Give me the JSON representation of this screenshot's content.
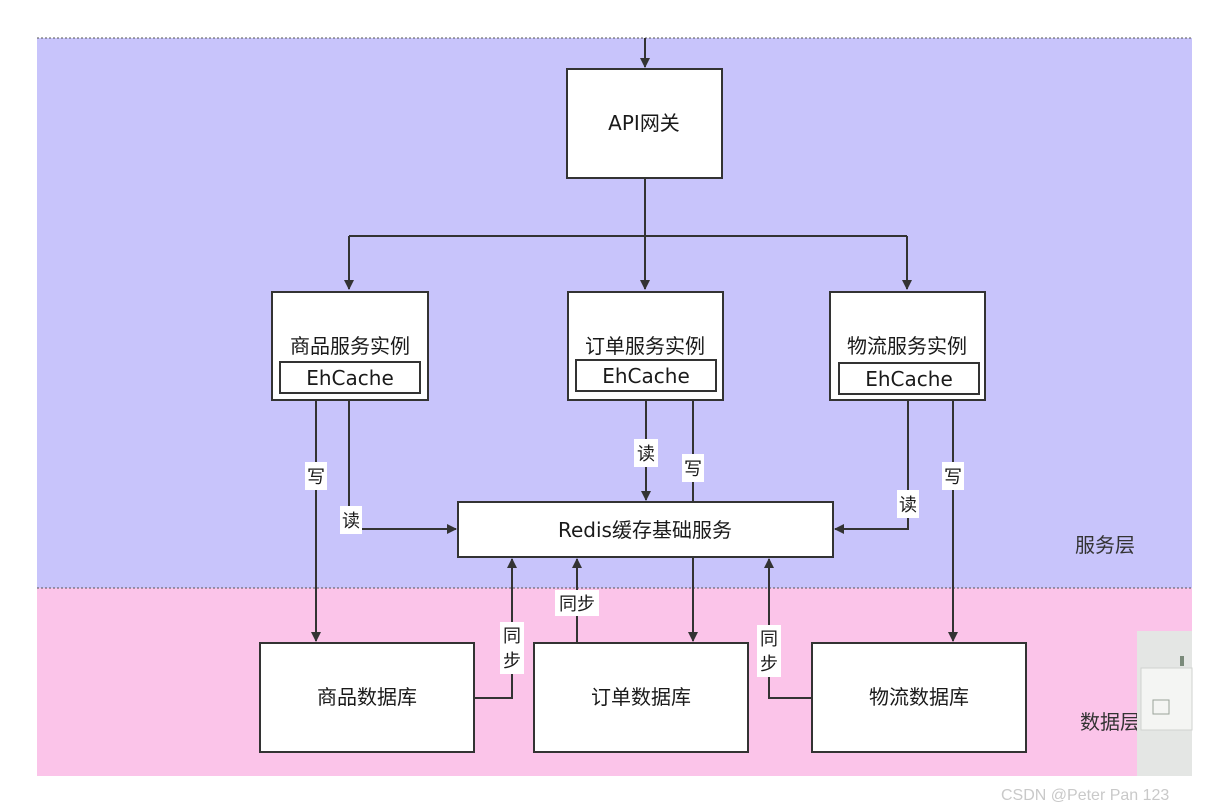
{
  "layers": {
    "service": {
      "label": "服务层",
      "color": "#c8c4fb"
    },
    "data": {
      "label": "数据层",
      "color": "#fbc4e9"
    }
  },
  "nodes": {
    "gateway": "API网关",
    "product_service": "商品服务实例",
    "order_service": "订单服务实例",
    "logistics_service": "物流服务实例",
    "ehcache": "EhCache",
    "redis": "Redis缓存基础服务",
    "product_db": "商品数据库",
    "order_db": "订单数据库",
    "logistics_db": "物流数据库"
  },
  "edge_labels": {
    "read": "读",
    "write": "写",
    "sync": "同步",
    "sync_top": "同",
    "sync_bottom": "步"
  },
  "watermark": "CSDN @Peter Pan 123"
}
